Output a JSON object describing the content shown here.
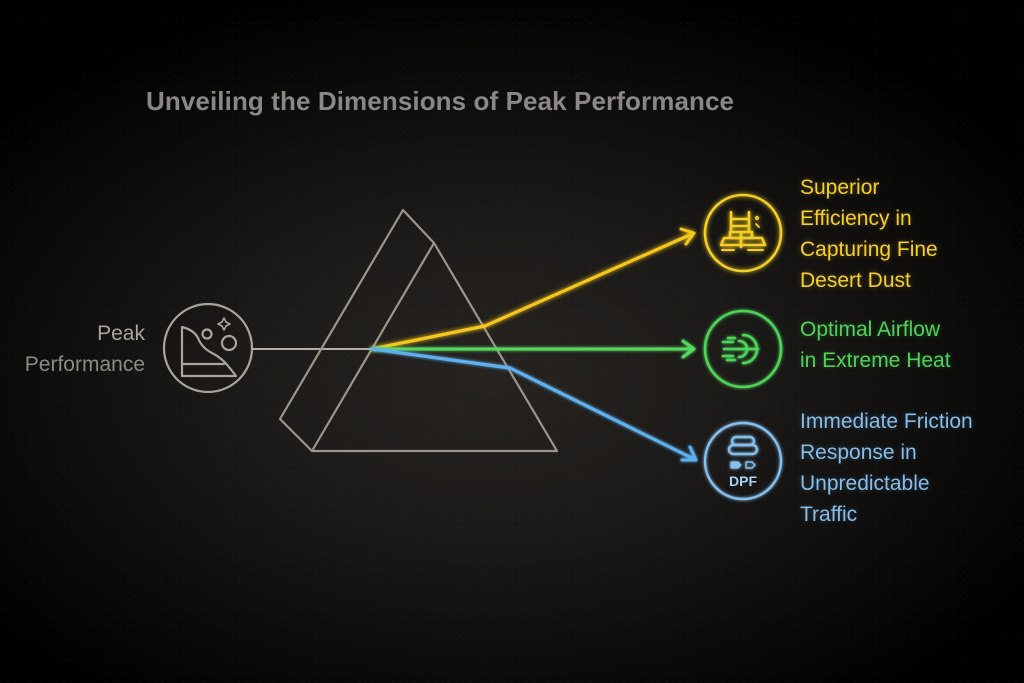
{
  "title": "Unveiling the Dimensions of Peak Performance",
  "source": {
    "label_lines": [
      "Peak",
      "Performance"
    ],
    "icon": "terrain-landscape-icon",
    "color": "#a9a49c"
  },
  "prism": {
    "color": "#9a958d"
  },
  "outputs": [
    {
      "id": "dust",
      "label_lines": [
        "Superior",
        "Efficiency in",
        "Capturing Fine",
        "Desert Dust"
      ],
      "icon": "dust-filter-machine-icon",
      "color": "#f5d02a"
    },
    {
      "id": "airflow",
      "label_lines": [
        "Optimal Airflow",
        "in Extreme Heat"
      ],
      "icon": "airflow-icon",
      "color": "#4fd45a"
    },
    {
      "id": "friction",
      "label_lines": [
        "Immediate Friction",
        "Response in",
        "Unpredictable",
        "Traffic"
      ],
      "icon": "dpf-icon",
      "icon_text": "DPF",
      "color": "#86bde9"
    }
  ]
}
